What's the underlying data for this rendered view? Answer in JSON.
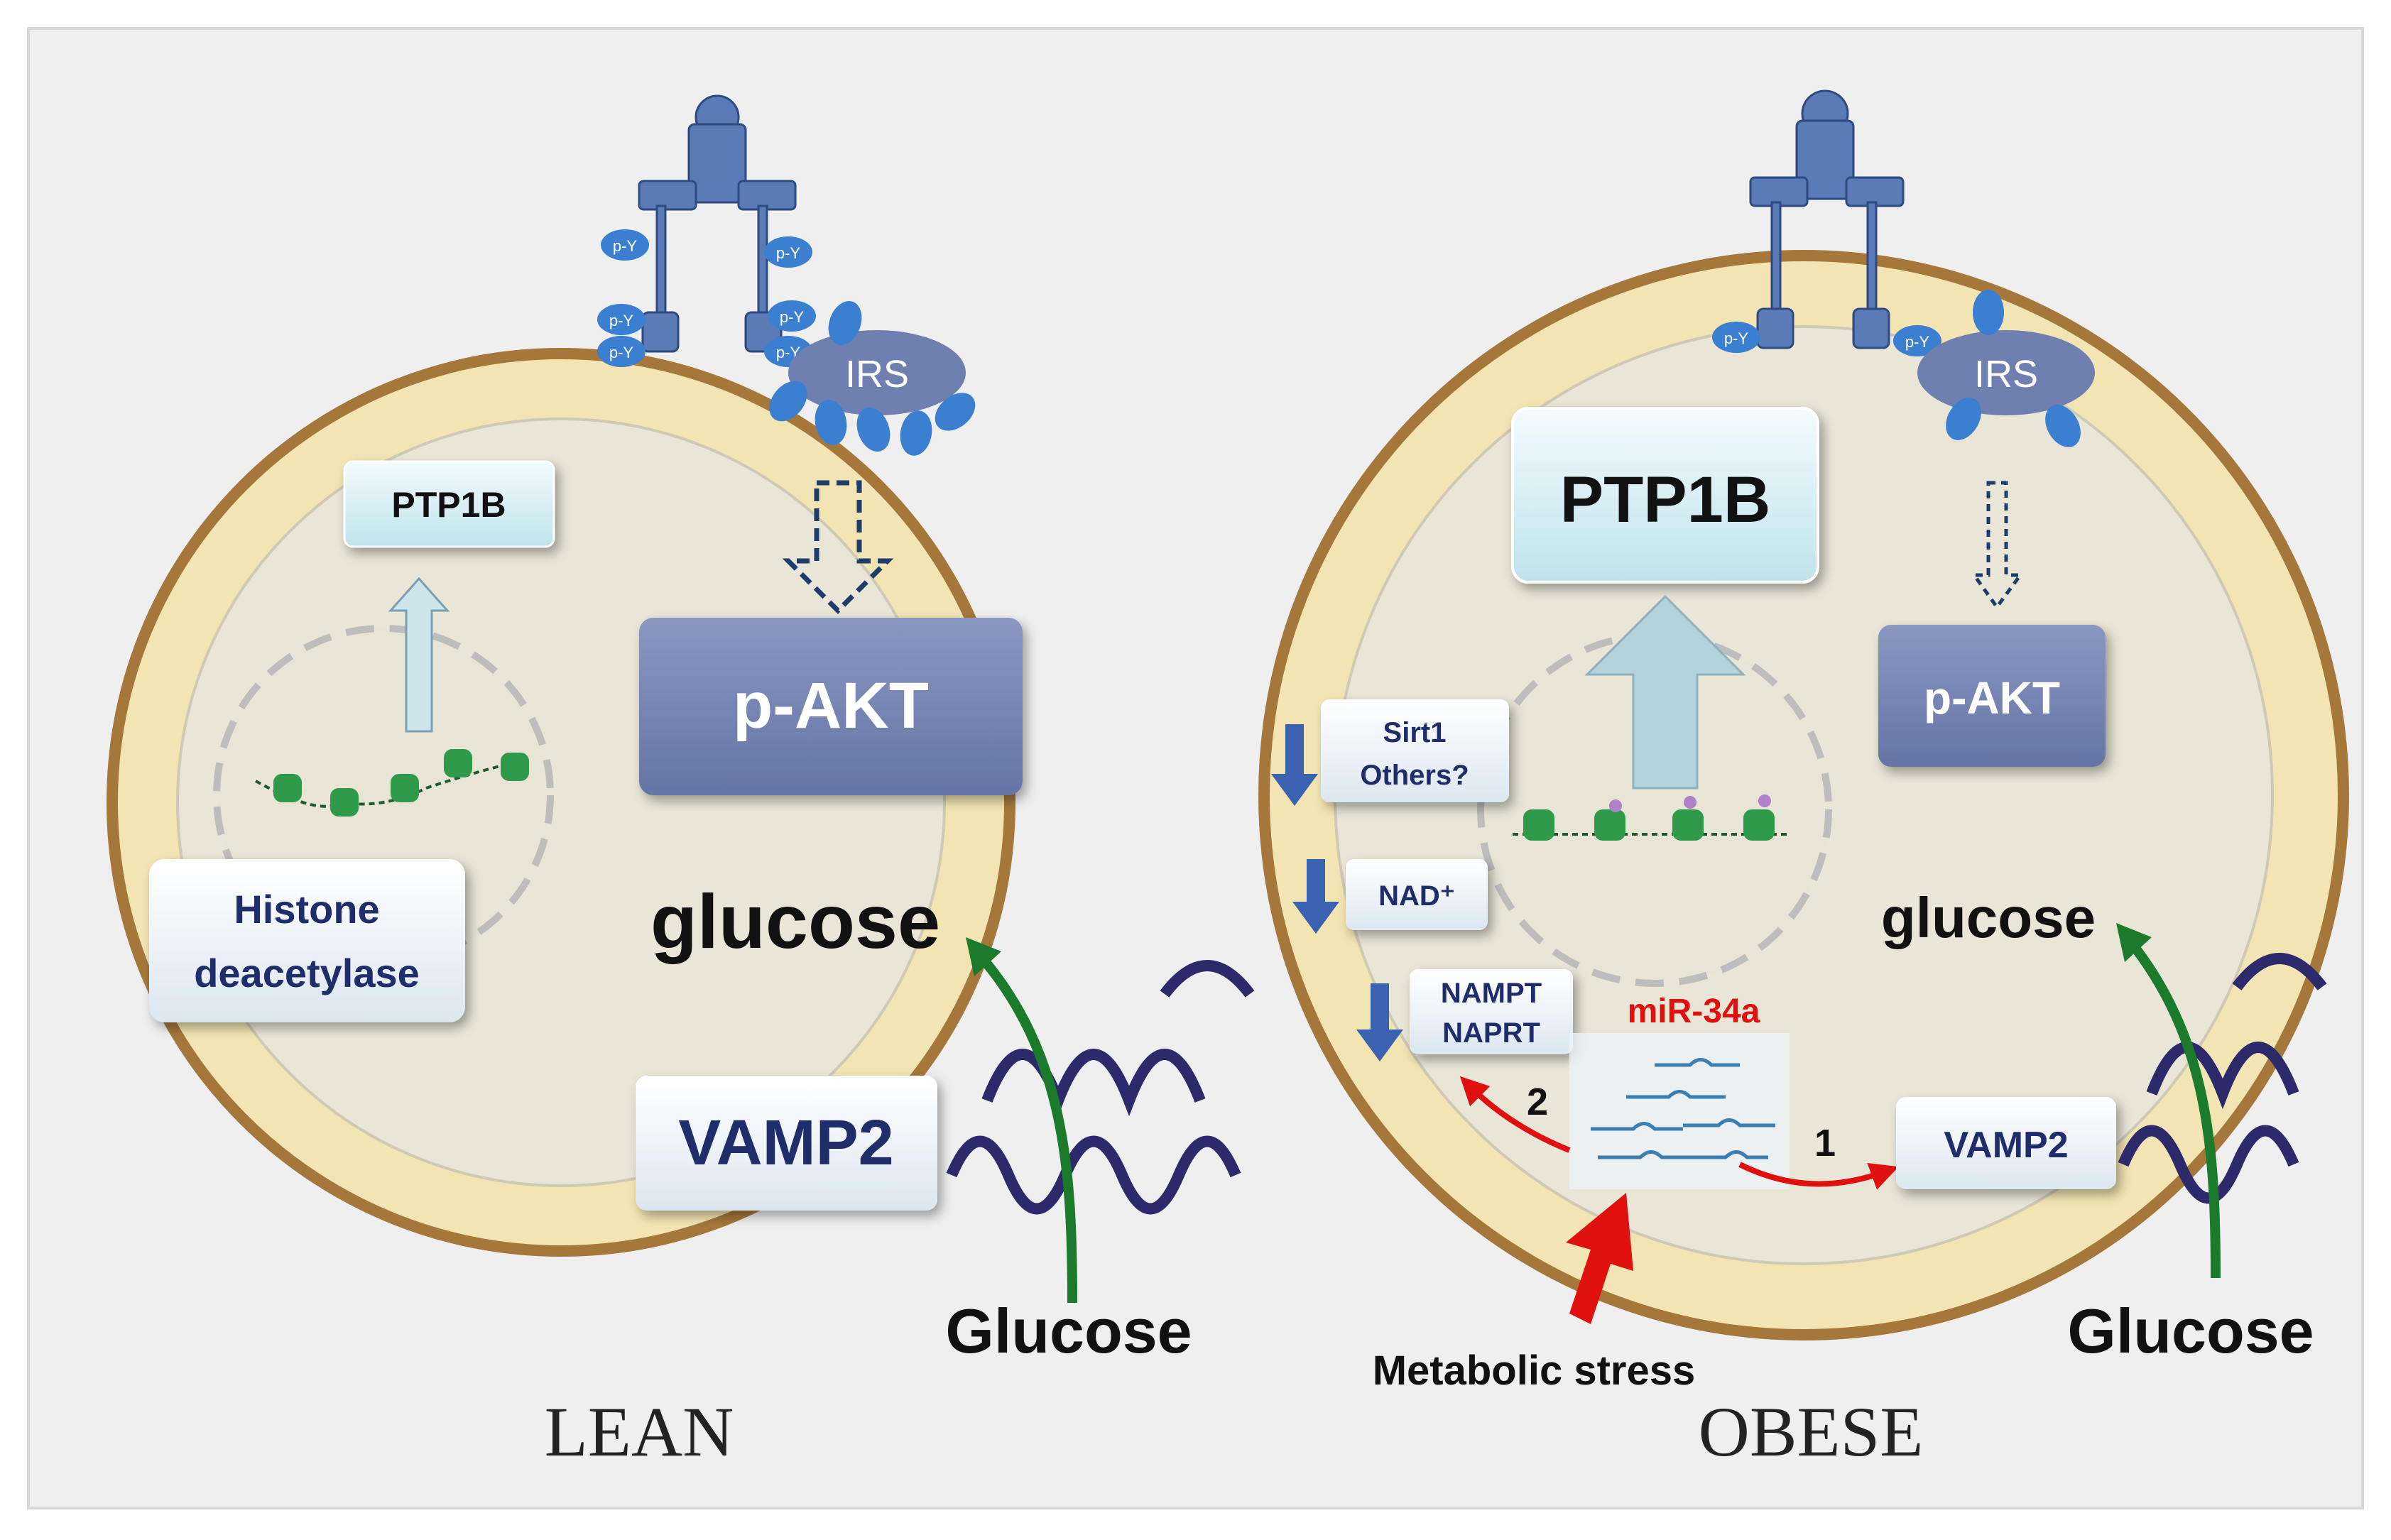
{
  "lean": {
    "ptp1b": "PTP1B",
    "histone": [
      "Histone",
      "deacetylase"
    ],
    "pakt": "p-AKT",
    "glucose_in": "glucose",
    "vamp2": "VAMP2",
    "glucose_out": "Glucose",
    "irs": "IRS",
    "py": "p-Y",
    "label": "LEAN"
  },
  "obese": {
    "ptp1b": "PTP1B",
    "sirt1": [
      "Sirt1",
      "Others?"
    ],
    "nad": "NAD⁺",
    "nampt": [
      "NAMPT",
      "NAPRT"
    ],
    "mir": "miR-34a",
    "step1": "1",
    "step2": "2",
    "pakt": "p-AKT",
    "glucose_in": "glucose",
    "vamp2": "VAMP2",
    "glucose_out": "Glucose",
    "metabolic": "Metabolic stress",
    "irs": "IRS",
    "py": "p-Y",
    "label": "OBESE"
  },
  "colors": {
    "membrane": "#a5773a",
    "membrane_fill": "#f3e5b3",
    "cytoplasm": "#e9e5d7",
    "box_blue": "#7a88b3",
    "box_light": "#d8eef3",
    "arrow_green": "#1b7a2b",
    "arrow_red": "#e0100e",
    "down_arrow": "#3a62b1"
  }
}
